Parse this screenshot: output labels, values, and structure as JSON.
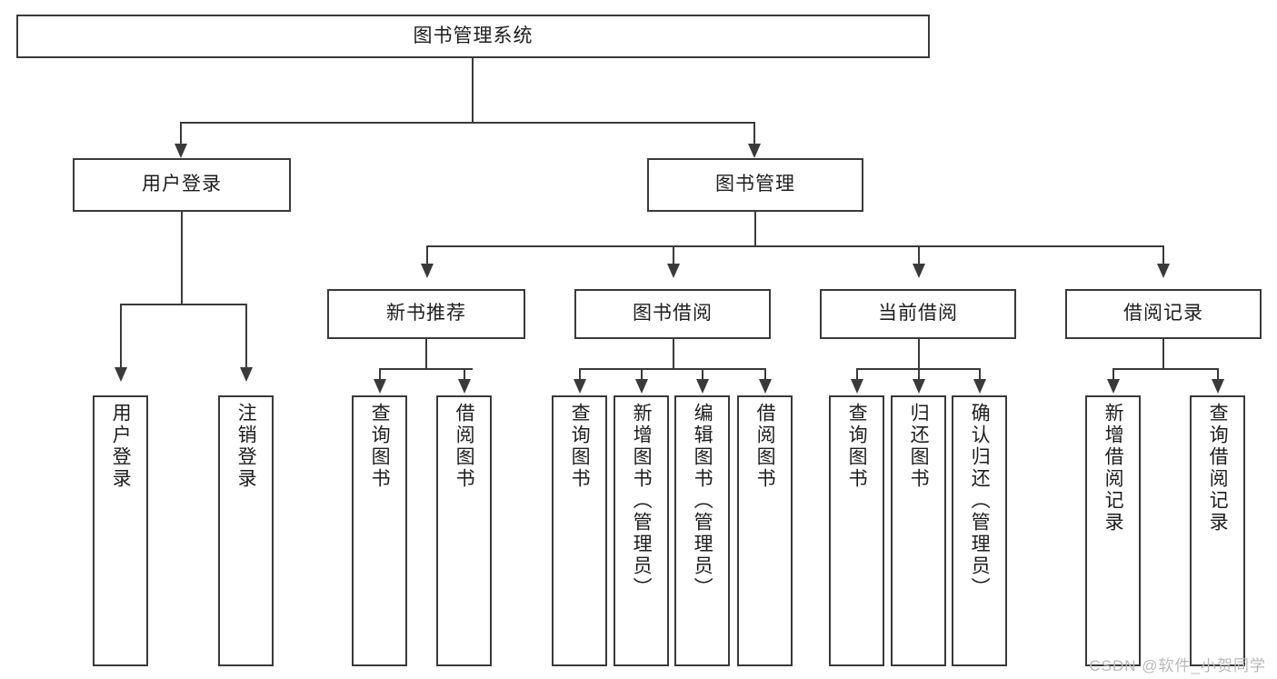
{
  "diagram": {
    "title": "图书管理系统",
    "type": "tree",
    "watermark": "CSDN @软件_小贺同学",
    "colors": {
      "stroke": "#3a3a3a",
      "fill": "#ffffff",
      "text": "#1d1d1d",
      "watermark": "#b9b9b9"
    },
    "root": {
      "label": "图书管理系统"
    },
    "level1": [
      {
        "label": "用户登录"
      },
      {
        "label": "图书管理"
      }
    ],
    "level2": [
      {
        "label": "新书推荐"
      },
      {
        "label": "图书借阅"
      },
      {
        "label": "当前借阅"
      },
      {
        "label": "借阅记录"
      }
    ],
    "leaves": {
      "user_login": [
        {
          "label": "用户登录"
        },
        {
          "label": "注销登录"
        }
      ],
      "new_book": [
        {
          "label": "查询图书"
        },
        {
          "label": "借阅图书"
        }
      ],
      "borrow_book": [
        {
          "label": "查询图书"
        },
        {
          "label": "新增图书（管理员）"
        },
        {
          "label": "编辑图书（管理员）"
        },
        {
          "label": "借阅图书"
        }
      ],
      "current_borrow": [
        {
          "label": "查询图书"
        },
        {
          "label": "归还图书"
        },
        {
          "label": "确认归还（管理员）"
        }
      ],
      "borrow_record": [
        {
          "label": "新增借阅记录"
        },
        {
          "label": "查询借阅记录"
        }
      ]
    }
  }
}
